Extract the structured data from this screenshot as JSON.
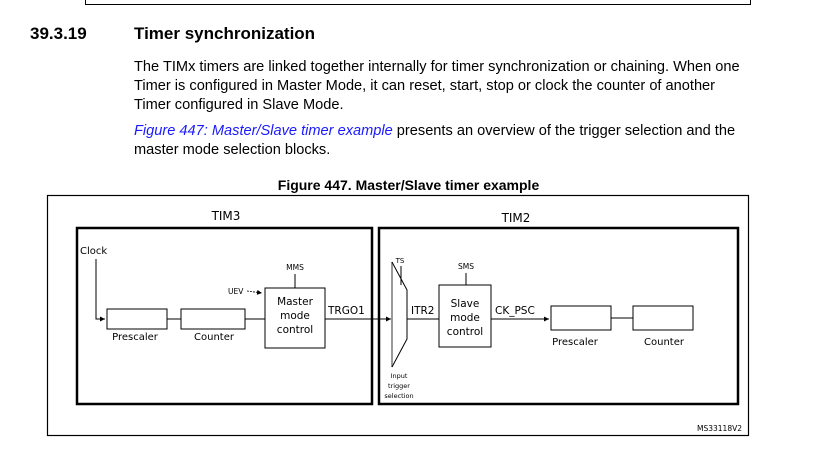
{
  "section": {
    "number": "39.3.19",
    "title": "Timer synchronization"
  },
  "paragraphs": {
    "p1": "The TIMx timers are linked together internally for timer synchronization or chaining. When one Timer is configured in Master Mode, it can reset, start, stop or clock the counter of another Timer configured in Slave Mode.",
    "p2_link": "Figure 447: Master/Slave timer example",
    "p2_rest": " presents an overview of the trigger selection and the master mode selection blocks."
  },
  "figure": {
    "caption": "Figure 447. Master/Slave timer example",
    "id_code": "MS33118V2",
    "master": {
      "title": "TIM3",
      "clock_label": "Clock",
      "prescaler_label": "Prescaler",
      "counter_label": "Counter",
      "uev_label": "UEV",
      "mms_label": "MMS",
      "control_lines": [
        "Master",
        "mode",
        "control"
      ],
      "output_label": "TRGO1"
    },
    "slave": {
      "title": "TIM2",
      "ts_label": "TS",
      "itr_label": "ITR2",
      "mux_caption_lines": [
        "Input",
        "trigger",
        "selection"
      ],
      "sms_label": "SMS",
      "control_lines": [
        "Slave",
        "mode",
        "control"
      ],
      "output_label": "CK_PSC",
      "prescaler_label": "Prescaler",
      "counter_label": "Counter"
    }
  }
}
